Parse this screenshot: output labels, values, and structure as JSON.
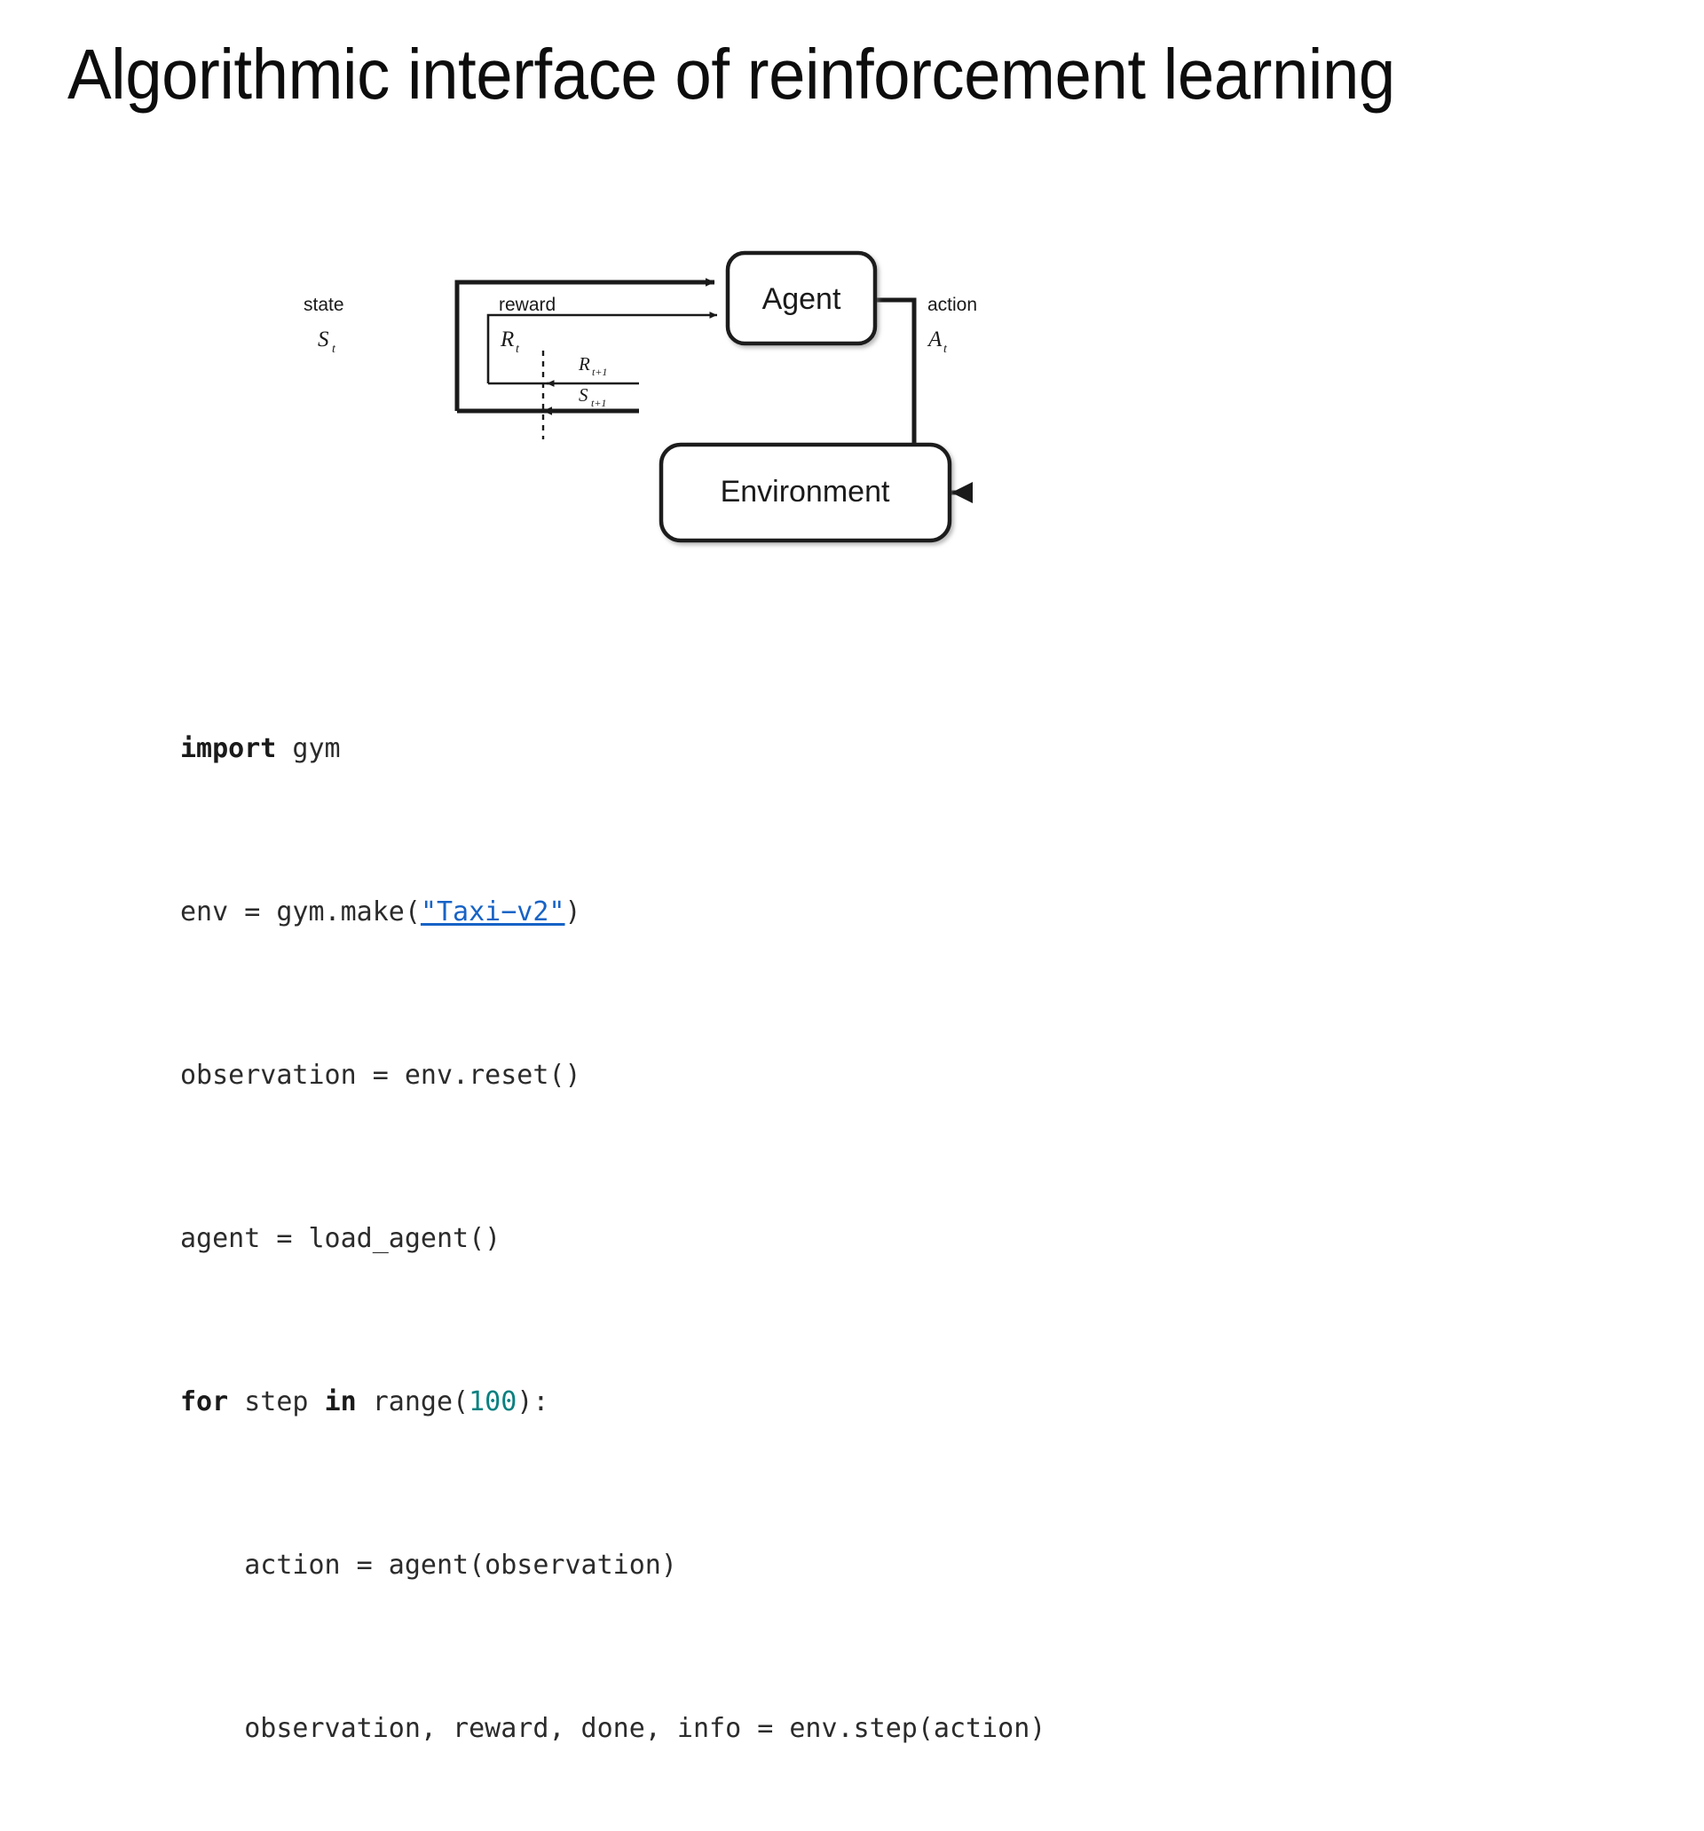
{
  "slide": {
    "title": "Algorithmic interface of reinforcement learning",
    "background_color": "#ffffff",
    "text_color": "#0d0d0d"
  },
  "diagram": {
    "name": "agent-environment-interaction-loop",
    "source_style": "Sutton & Barto reinforcement learning loop",
    "boxes": [
      {
        "id": "agent",
        "label": "Agent"
      },
      {
        "id": "environment",
        "label": "Environment"
      }
    ],
    "labels": {
      "state_word": "state",
      "state_symbol": "S",
      "state_subscript": "t",
      "reward_word": "reward",
      "reward_symbol": "R",
      "reward_subscript": "t",
      "action_word": "action",
      "action_symbol": "A",
      "action_subscript": "t",
      "next_reward_symbol": "R",
      "next_reward_subscript": "t+1",
      "next_state_symbol": "S",
      "next_state_subscript": "t+1"
    },
    "edges": [
      {
        "from": "environment",
        "to": "agent",
        "label": "state S_t",
        "weight": "thick"
      },
      {
        "from": "environment",
        "to": "agent",
        "label": "reward R_t",
        "weight": "thin"
      },
      {
        "from": "agent",
        "to": "environment",
        "label": "action A_t",
        "weight": "thick"
      }
    ],
    "line_color": "#1a1a1a",
    "box_fill": "#ffffff"
  },
  "code": {
    "language": "python",
    "link_color": "#1763c6",
    "number_color": "#0b8080",
    "keyword_color": "#1a1a1a",
    "text_color": "#2b2b2b",
    "link_text": "\"Taxi-v2\"",
    "lines": [
      {
        "id": "l1",
        "pre": "",
        "kw": "import",
        "post": " gym"
      },
      {
        "id": "l2",
        "a": "env = gym.make(",
        "link": "\"Taxi−v2\"",
        "b": ")"
      },
      {
        "id": "l3",
        "text": "observation = env.reset()"
      },
      {
        "id": "l4",
        "text": "agent = load_agent()"
      },
      {
        "id": "l5",
        "kw1": "for",
        "mid1": " step ",
        "kw2": "in",
        "mid2": " range(",
        "num": "100",
        "tail": "):"
      },
      {
        "id": "l6",
        "text": "    action = agent(observation)"
      },
      {
        "id": "l7",
        "text": "    observation, reward, done, info = env.step(action)"
      }
    ]
  }
}
